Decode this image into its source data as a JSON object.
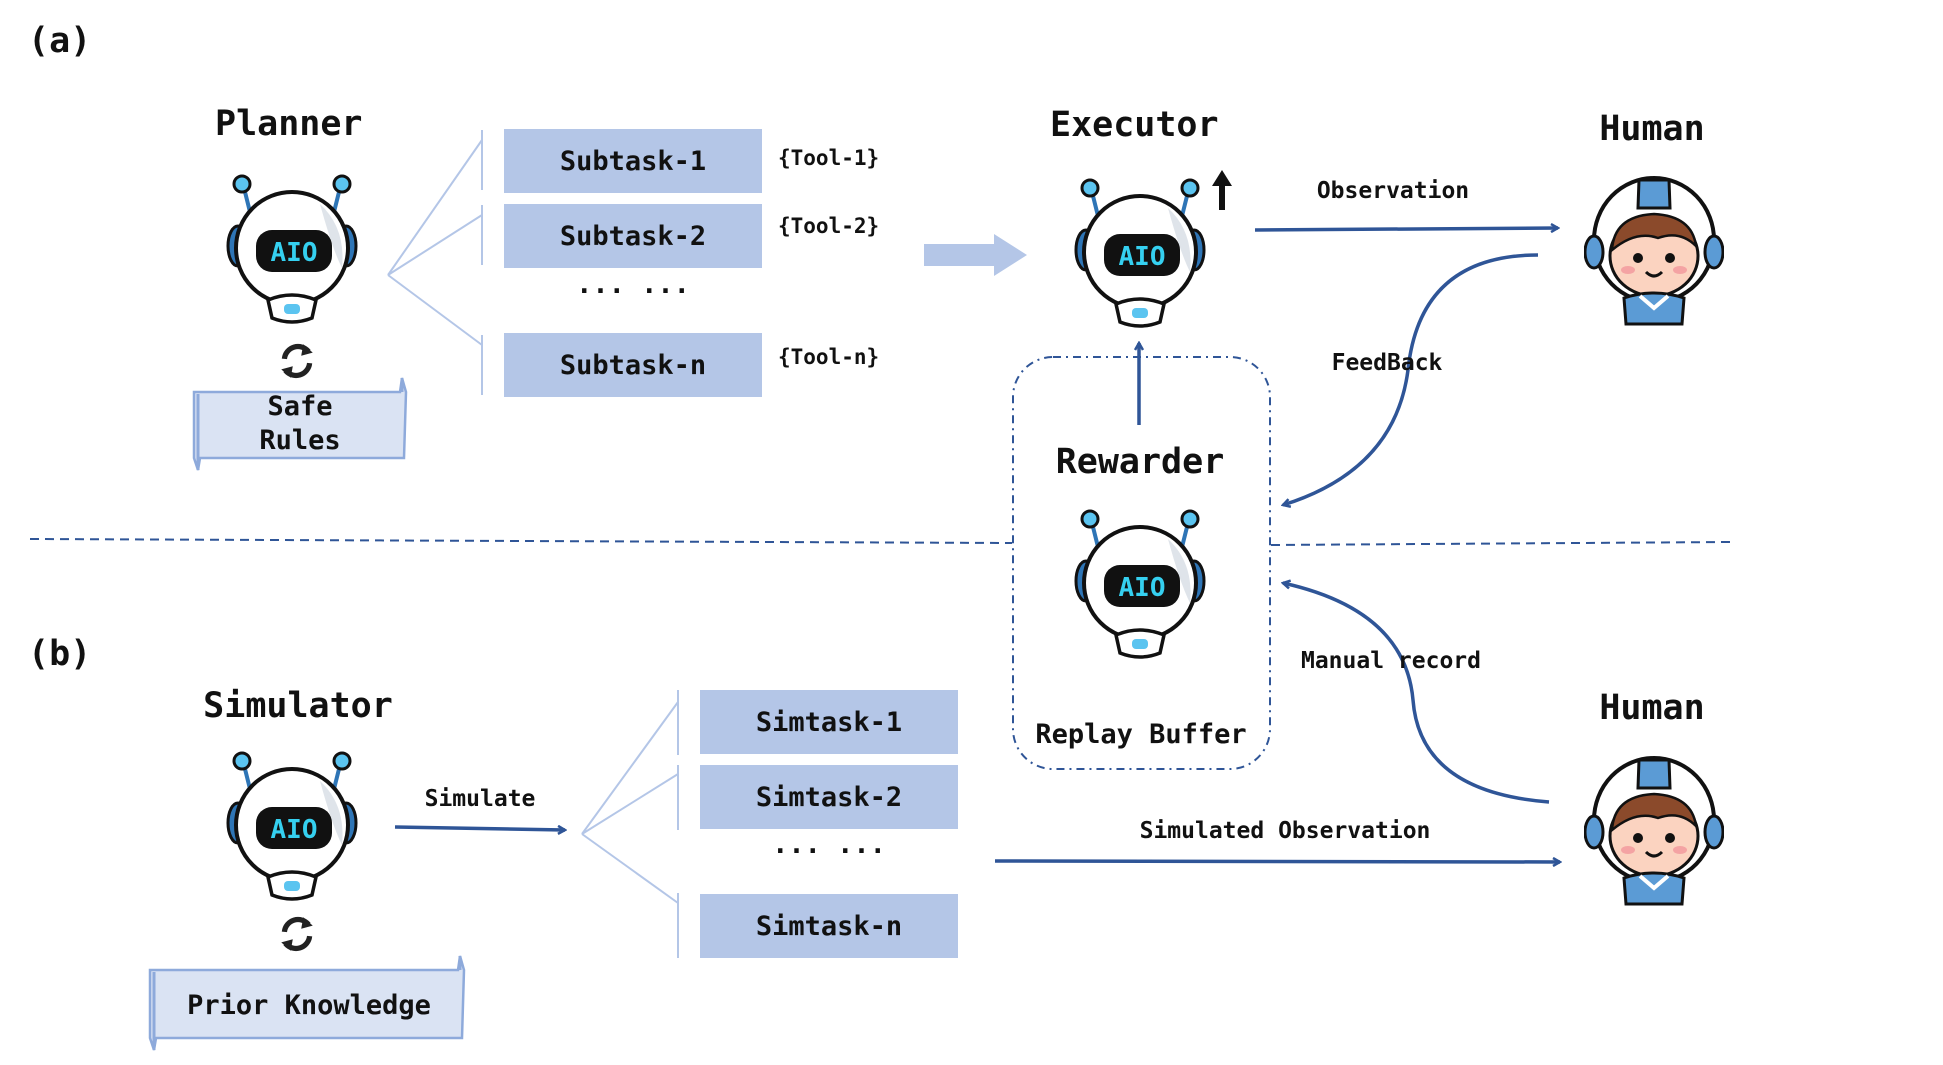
{
  "panel_a": {
    "tag": "(a)",
    "planner": "Planner",
    "rules_line1": "Safe",
    "rules_line2": "Rules",
    "subtasks": [
      "Subtask-1",
      "Subtask-2",
      "Subtask-n"
    ],
    "tools": [
      "{Tool-1}",
      "{Tool-2}",
      "{Tool-n}"
    ],
    "ellipsis": "··· ···",
    "executor": "Executor",
    "human": "Human",
    "observation": "Observation",
    "feedback": "FeedBack",
    "rewarder": "Rewarder",
    "replay_buffer": "Replay Buffer"
  },
  "panel_b": {
    "tag": "(b)",
    "simulator": "Simulator",
    "simulate": "Simulate",
    "knowledge": "Prior Knowledge",
    "simtasks": [
      "Simtask-1",
      "Simtask-2",
      "Simtask-n"
    ],
    "ellipsis": "··· ···",
    "human": "Human",
    "manual_record": "Manual record",
    "simulated_observation": "Simulated Observation"
  },
  "robot_badge": "AIO",
  "icons": [
    "robot-icon",
    "human-icon",
    "refresh-icon",
    "scroll-icon",
    "up-arrow-icon"
  ],
  "colors": {
    "task_box": "#b4c6e7",
    "arrow": "#2f5597",
    "scroll_fill": "#dae3f3",
    "scroll_stroke": "#8eaadb",
    "robot_blue": "#2e75b6",
    "badge_text": "#35d0f0",
    "helmet_blue": "#5b9bd5",
    "face": "#fbd3c0"
  }
}
